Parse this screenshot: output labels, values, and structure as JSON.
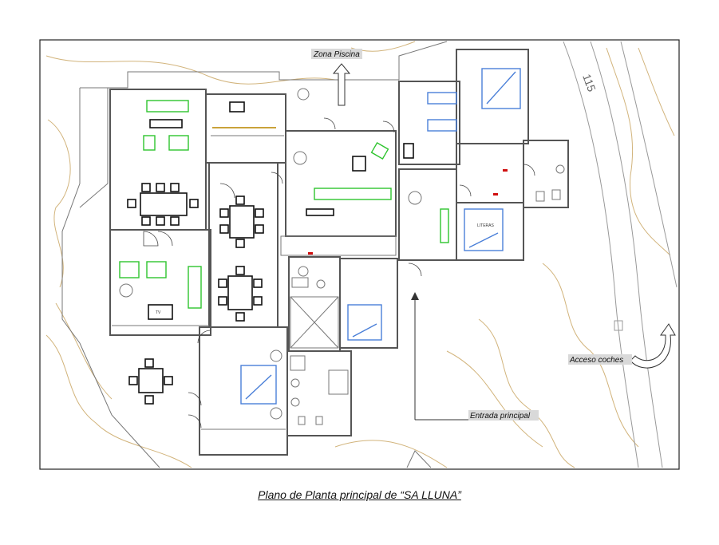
{
  "labels": {
    "pool_zone": "Zona Piscina",
    "car_access": "Acceso coches",
    "main_entrance": "Entrada principal",
    "tv": "TV",
    "bunks": "LITERAS",
    "road_number": "115"
  },
  "caption": "Plano de Planta principal de “SA LLUNA”",
  "colors": {
    "walls": "#555555",
    "contours": "#d2b47c",
    "sofas": "#2ec42e",
    "beds": "#4a7fd8",
    "furniture": "#111111",
    "door_marks": "#d01010",
    "label_bg": "#d9d9d9"
  }
}
